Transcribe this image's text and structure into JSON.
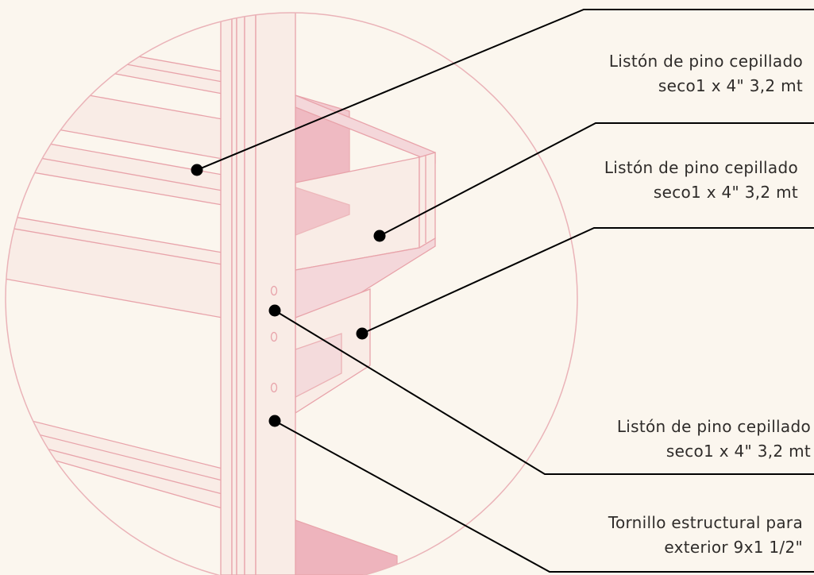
{
  "callouts": [
    {
      "line1": "Listón de pino cepillado",
      "line2": "seco1 x 4\" 3,2 mt"
    },
    {
      "line1": "Listón de pino cepillado",
      "line2": "seco1 x 4\" 3,2 mt"
    },
    {
      "line1": "Listón de pino cepillado",
      "line2": "seco1 x 4\" 3,2 mt"
    },
    {
      "line1": "Tornillo estructural para",
      "line2": "exterior 9x1 1/2\""
    }
  ],
  "colors": {
    "background": "#fbf6ee",
    "wood_fill": "#f9ece6",
    "wood_stroke": "#e8a3aa",
    "shadow": "#eeb4bd",
    "leader_line": "#000000",
    "text": "#2f2c2a"
  }
}
